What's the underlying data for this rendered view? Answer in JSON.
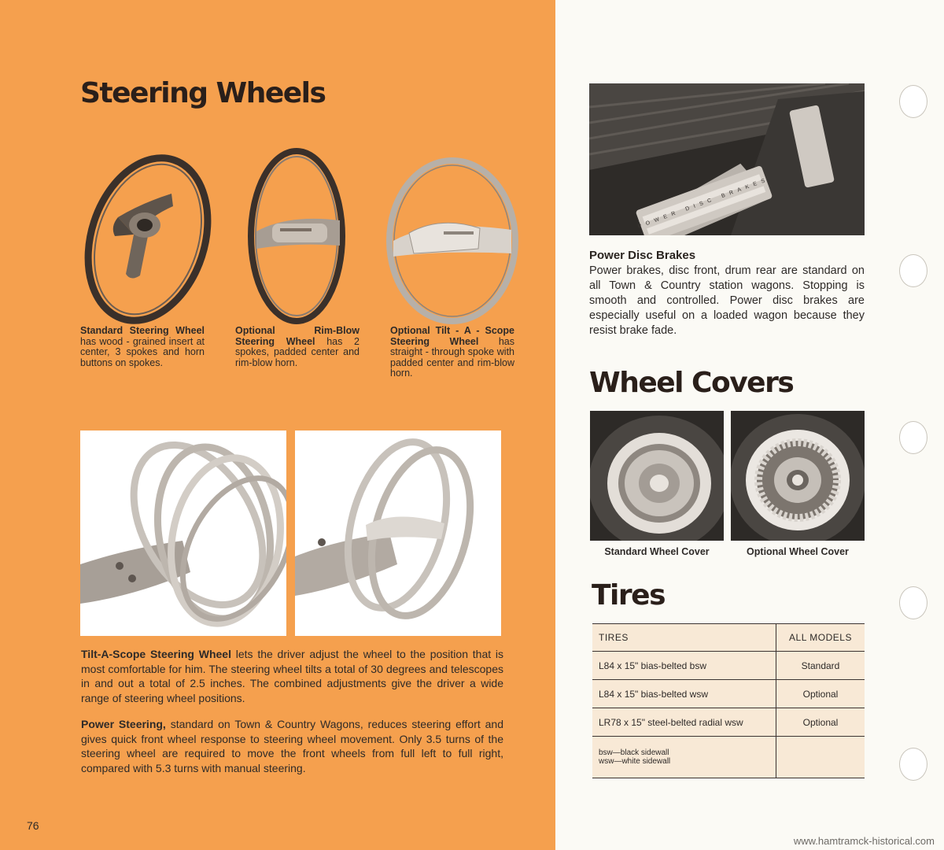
{
  "left": {
    "title": "Steering Wheels",
    "wheels": [
      {
        "name": "Standard Steering Wheel",
        "desc": " has wood - grained insert at center, 3 spokes and horn buttons on spokes."
      },
      {
        "name": "Optional Rim-Blow Steering Wheel",
        "desc": " has 2 spokes, padded center and rim-blow horn."
      },
      {
        "name": "Optional Tilt - A - Scope Steering Wheel",
        "desc": " has straight - through spoke with padded center and rim-blow horn."
      }
    ],
    "tilt_para": {
      "lead": "Tilt-A-Scope Steering Wheel",
      "text": " lets the driver adjust the wheel to the position that is most comfortable for him. The steering wheel tilts a total of 30 degrees and telescopes in and out a total of 2.5 inches. The combined adjustments give the driver a wide range of steering wheel positions."
    },
    "power_para": {
      "lead": "Power Steering,",
      "text": " standard on Town & Country Wagons, reduces steering effort and gives quick front wheel response to steering wheel movement. Only 3.5 turns of the steering wheel are required to move the front wheels from full left to full right, compared with 5.3 turns with manual steering."
    },
    "page_number": "76"
  },
  "right": {
    "brake_photo_text": "POWER DISC BRAKES",
    "brakes_title": "Power Disc Brakes",
    "brakes_text": "Power brakes, disc front, drum rear are standard on all Town & Country station wagons. Stopping is smooth and controlled. Power disc brakes are especially useful on a loaded wagon because they resist brake fade.",
    "covers_title": "Wheel Covers",
    "covers": [
      {
        "label": "Standard Wheel Cover"
      },
      {
        "label": "Optional Wheel Cover"
      }
    ],
    "tires_title": "Tires",
    "tires_table": {
      "headers": [
        "TIRES",
        "ALL MODELS"
      ],
      "rows": [
        [
          "L84 x 15\" bias-belted bsw",
          "Standard"
        ],
        [
          "L84 x 15\" bias-belted wsw",
          "Optional"
        ],
        [
          "LR78 x 15\" steel-belted radial wsw",
          "Optional"
        ]
      ],
      "legend": [
        "bsw—black sidewall",
        "wsw—white sidewall"
      ]
    }
  },
  "footer_url": "www.hamtramck-historical.com"
}
